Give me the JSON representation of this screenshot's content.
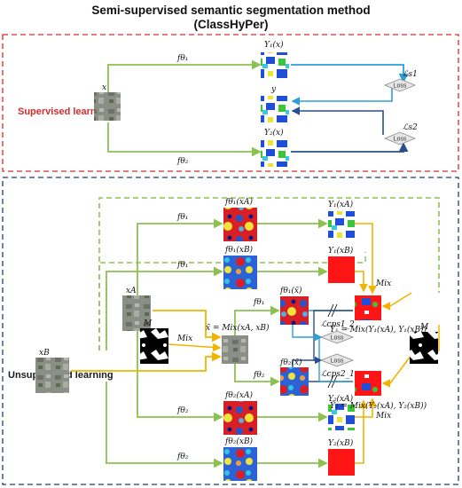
{
  "title": {
    "line1": "Semi-supervised semantic segmentation method",
    "line2": "(ClassHyPer)"
  },
  "sections": {
    "supervised": "Supervised learning",
    "unsupervised": "Unsupervised learning"
  },
  "supervised": {
    "input": "x",
    "f1": "fθ₁",
    "f2": "fθ₂",
    "y1": "Y₁(x)",
    "y": "y",
    "y2": "Y₂(x)",
    "loss_label": "Loss",
    "ls1": "ℒs1",
    "ls2": "ℒs2"
  },
  "unsupervised": {
    "xA": "xA",
    "xB": "xB",
    "M_left": "M",
    "M_right": "M",
    "mix_left": "Mix",
    "mix_formula": "x̃ = Mix(xA, xB)",
    "f_top1": "fθ₁",
    "f_top2": "fθ₁",
    "f_bot1": "fθ₂",
    "f_bot2": "fθ₂",
    "f_mid1": "fθ₁",
    "f_mid2": "fθ₂",
    "out_top1": "fθ₁(xA)",
    "out_top2": "fθ₁(xB)",
    "out_bot1": "fθ₂(xA)",
    "out_bot2": "fθ₂(xB)",
    "out_mid1": "fθ₁(x̃)",
    "out_mid2": "fθ₂(x̃)",
    "y1xA": "Y₁(xA)",
    "y1xB": "Y₁(xB)",
    "y2xA": "Y₂(xA)",
    "y2xB": "Y₂(xB)",
    "mix_top": "Mix",
    "mix_bot": "Mix",
    "y1tilde": "Ỹ₁ = Mix(Y₁(xA), Y₁(xB))",
    "y2tilde": "Ỹ₂ = Mix(Y₂(xA), Y₂(xB))",
    "loss1": "Loss",
    "loss2": "Loss",
    "lcps1": "ℒcps1_2",
    "lcps2": "ℒcps2_1"
  },
  "colors": {
    "supervised_border": "#d62b2b",
    "unsupervised_border": "#1f3d6e",
    "green_arrow": "#8cc152",
    "blue_arrow": "#2e9fd6",
    "navy_arrow": "#2a4f8f",
    "orange_arrow": "#f0b400"
  }
}
